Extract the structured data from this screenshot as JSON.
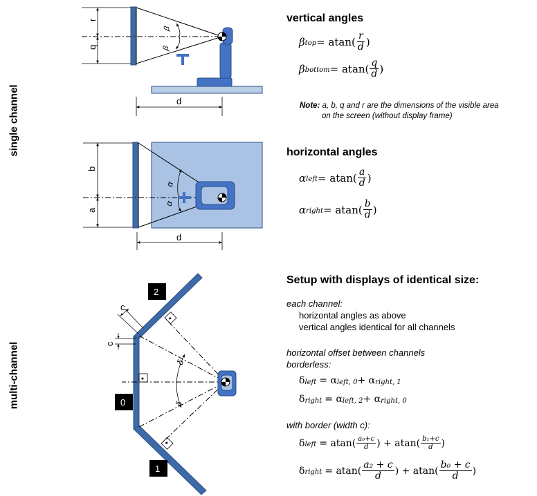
{
  "side_labels": {
    "single": "single channel",
    "multi": "multi-channel"
  },
  "vertical": {
    "heading": "vertical angles",
    "eq_top_lhs": "β",
    "eq_top_sub": "top",
    "eq_bottom_lhs": "β",
    "eq_bottom_sub": "bottom",
    "atan": " = atan(",
    "close": ")",
    "top_num": "r",
    "top_den": "d",
    "bottom_num": "q",
    "bottom_den": "d"
  },
  "note": {
    "label": "Note:",
    "line1": " a, b, q and r are the dimensions of the visible area",
    "line2": "on the screen (without display frame)"
  },
  "horizontal": {
    "heading": "horizontal angles",
    "eq_left_lhs": "α",
    "eq_left_sub": "left",
    "eq_right_lhs": "α",
    "eq_right_sub": "right",
    "left_num": "a",
    "left_den": "d",
    "right_num": "b",
    "right_den": "d"
  },
  "setup": {
    "heading": "Setup with displays of identical size:",
    "each_channel": "each channel:",
    "line_h": "horizontal angles as above",
    "line_v": "vertical angles identical for all channels",
    "offset_heading": "horizontal offset between channels",
    "borderless": "borderless:",
    "d_left": "δ",
    "d_left_sub": "left",
    "d_left_rhs": "= α",
    "d_left_t1": "left, 0",
    "d_plus": " + α",
    "d_left_t2": "right, 1",
    "d_right": "δ",
    "d_right_sub": "right",
    "d_right_rhs": "= α",
    "d_right_t1": "left, 2",
    "d_right_t2": "right, 0",
    "with_border": "with border (width c):",
    "b_left_n1": "a₀+c",
    "b_left_n2": "b₁+c",
    "b_right_n1": "a₂ + c",
    "b_right_n2": "b₀ + c",
    "den": "d",
    "atan": "= atan(",
    "plus_atan": ") + atan(",
    "close": ")"
  },
  "diagram_labels": {
    "r": "r",
    "q": "q",
    "d_top": "d",
    "b": "b",
    "a": "a",
    "d_mid": "d",
    "c1": "c",
    "c2": "c",
    "beta_top": "β",
    "beta_bottom": "β",
    "alpha_left": "α",
    "alpha_right": "α",
    "delta_right": "δ",
    "delta_left": "δ",
    "display_0": "0",
    "display_1": "1",
    "display_2": "2"
  },
  "colors": {
    "display_blue": "#3f6aa8",
    "display_edge": "#2b4f86",
    "floor_blue": "#b9cde6",
    "room_blue": "#aac3e4",
    "person_blue": "#4472c4"
  }
}
